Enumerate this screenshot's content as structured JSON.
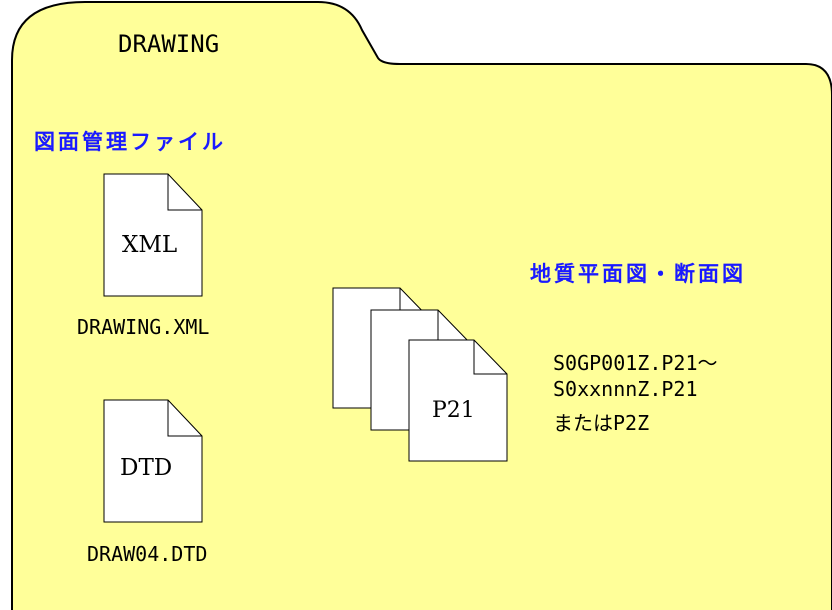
{
  "folder": {
    "title": "DRAWING",
    "fill": "#ffff99"
  },
  "labels": {
    "management_file": "図面管理ファイル",
    "geology_drawings": "地質平面図・断面図"
  },
  "files": {
    "xml": {
      "icon_text": "XML",
      "filename": "DRAWING.XML"
    },
    "dtd": {
      "icon_text": "DTD",
      "filename": "DRAW04.DTD"
    },
    "p21": {
      "icon_text": "P21"
    }
  },
  "p21_names": {
    "line1": "S0GP001Z.P21～",
    "line2": "S0xxnnnZ.P21",
    "line3": "またはP2Z"
  },
  "colors": {
    "accent_blue": "#1a1aff",
    "folder_yellow": "#ffff99"
  }
}
